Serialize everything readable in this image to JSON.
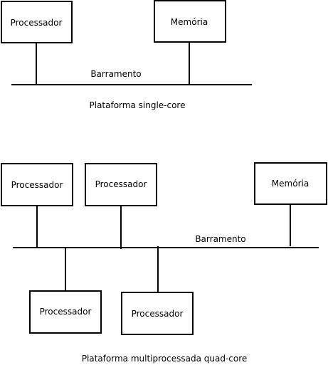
{
  "single_core": {
    "processor_label": "Processador",
    "memory_label": "Memória",
    "bus_label": "Barramento",
    "caption": "Plataforma single-core"
  },
  "quad_core": {
    "processor_labels": [
      "Processador",
      "Processador",
      "Processador",
      "Processador"
    ],
    "memory_label": "Memória",
    "bus_label": "Barramento",
    "caption": "Plataforma multiprocessada quad-core"
  }
}
